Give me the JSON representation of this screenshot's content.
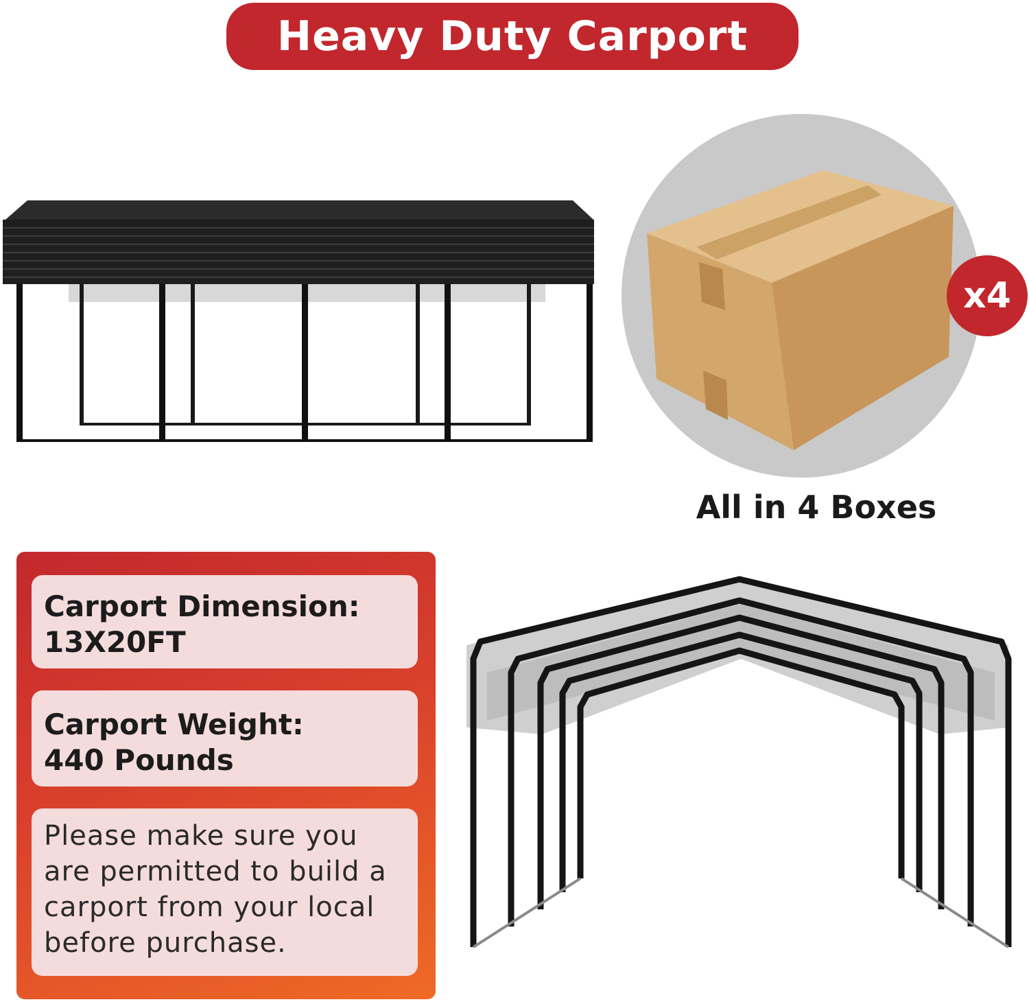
{
  "title": "Heavy Duty Carport",
  "boxes": {
    "badge": "x4",
    "caption": "All in 4 Boxes"
  },
  "specs": [
    {
      "label": "Carport Dimension:",
      "value": "13X20FT"
    },
    {
      "label": "Carport Weight:",
      "value": "440 Pounds"
    }
  ],
  "note": "Please make sure you are permitted to build a carport from your local before purchase.",
  "colors": {
    "accent_red": "#c1272d",
    "panel_orange": "#ef6a25",
    "card_pink": "#f5dcdc",
    "box_kraft": "#d9b27c"
  },
  "images": {
    "side_view": "carport-side-view",
    "front_view": "carport-front-view",
    "box": "cardboard-box"
  }
}
